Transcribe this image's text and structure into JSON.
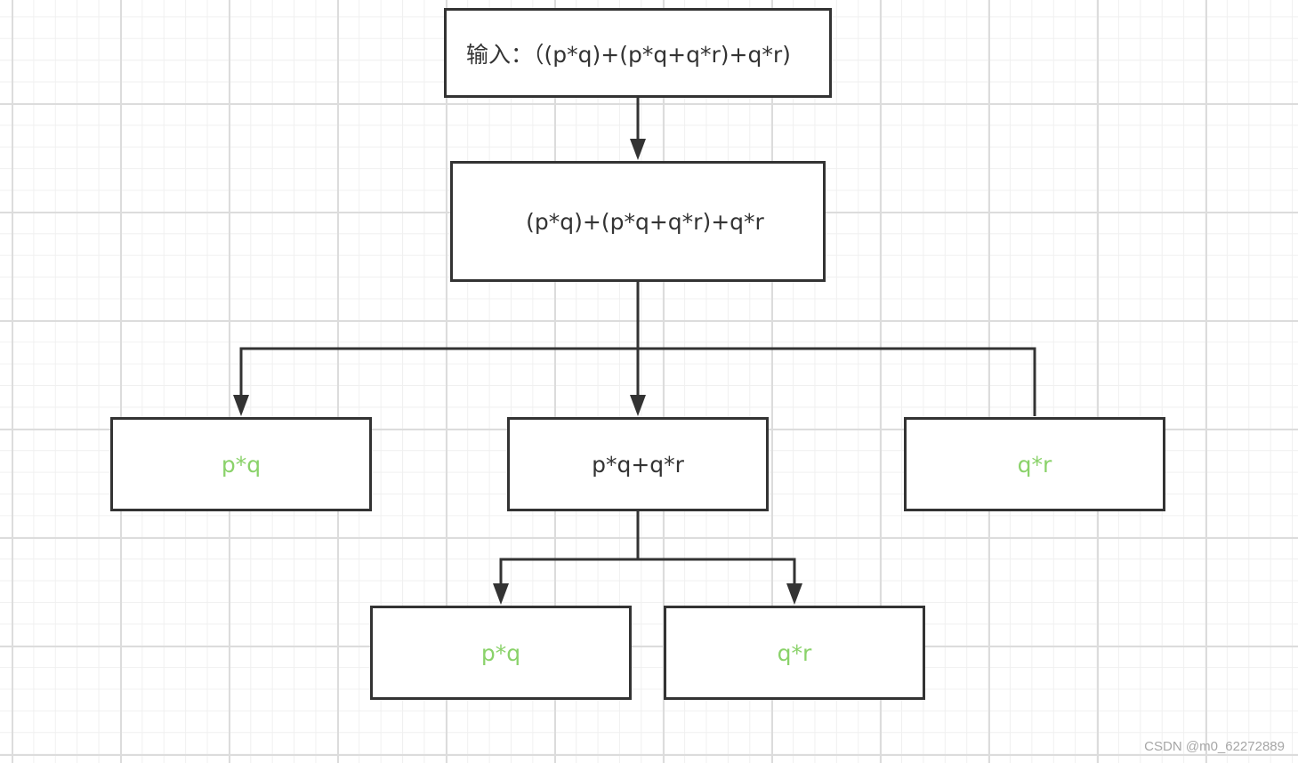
{
  "diagram": {
    "nodes": {
      "input": {
        "label": "输入：（(p*q)+(p*q+q*r)+q*r)"
      },
      "level1": {
        "label": "(p*q)+(p*q+q*r)+q*r"
      },
      "left": {
        "label": "p*q"
      },
      "middle": {
        "label": "p*q+q*r"
      },
      "right": {
        "label": "q*r"
      },
      "middle_left": {
        "label": "p*q"
      },
      "middle_right": {
        "label": "q*r"
      }
    },
    "edges": [
      {
        "from": "input",
        "to": "level1"
      },
      {
        "from": "level1",
        "to": "left"
      },
      {
        "from": "level1",
        "to": "middle"
      },
      {
        "from": "level1",
        "to": "right"
      },
      {
        "from": "middle",
        "to": "middle_left"
      },
      {
        "from": "middle",
        "to": "middle_right"
      }
    ],
    "colors": {
      "line": "#333333",
      "leaf_text": "#8ad26a",
      "text": "#333333"
    }
  },
  "watermark": "CSDN @m0_62272889"
}
